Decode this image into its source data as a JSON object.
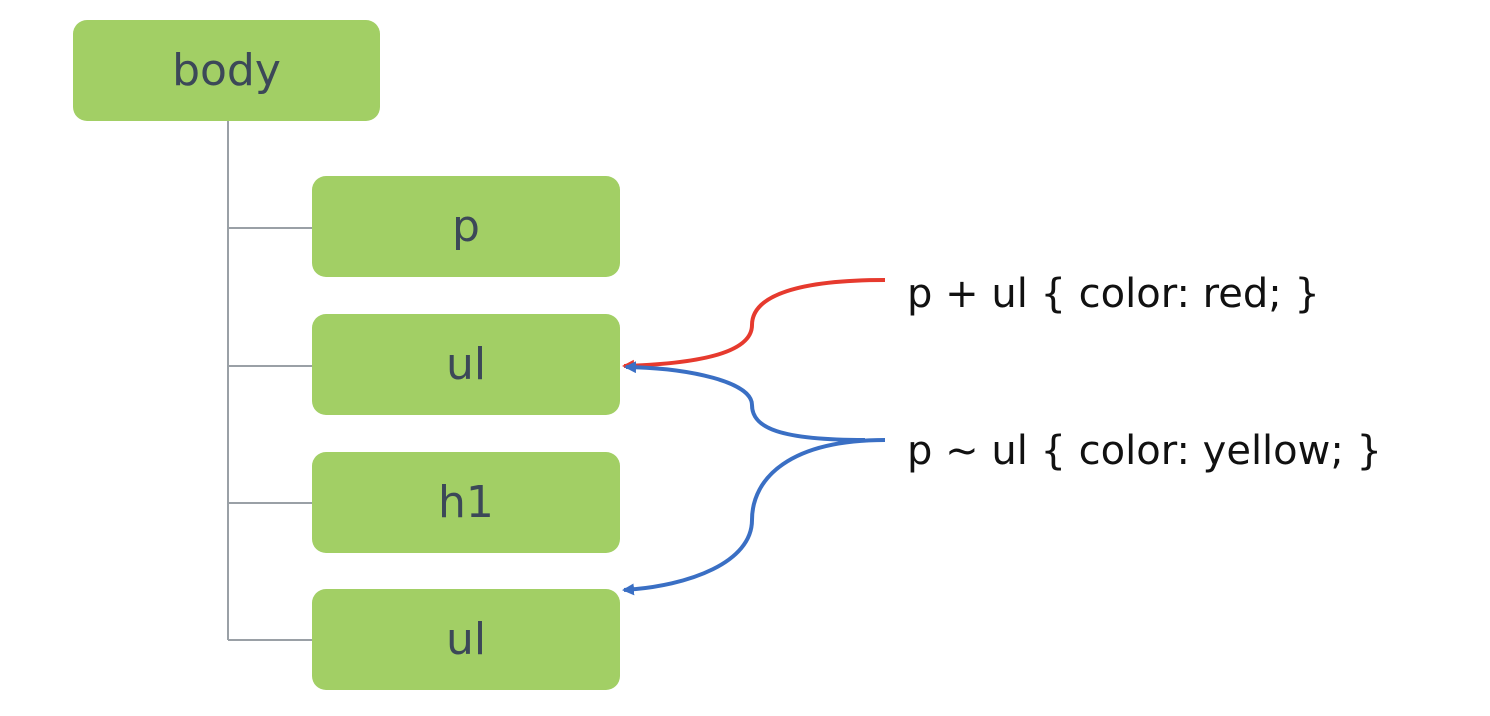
{
  "tree": {
    "root": "body",
    "children": [
      "p",
      "ul",
      "h1",
      "ul"
    ]
  },
  "rules": [
    {
      "selector_text": "p + ul { color: red; }",
      "arrow_color": "#e63a2e",
      "targets": [
        "ul (first)"
      ]
    },
    {
      "selector_text": "p ~ ul { color: yellow; }",
      "arrow_color": "#3a6fc4",
      "targets": [
        "ul (first)",
        "ul (second)"
      ]
    }
  ],
  "colors": {
    "node_fill": "#a2cf65",
    "node_text": "#3c4858",
    "connector": "#9aa0a6",
    "adjacent_arrow": "#e63a2e",
    "general_arrow": "#3a6fc4"
  }
}
